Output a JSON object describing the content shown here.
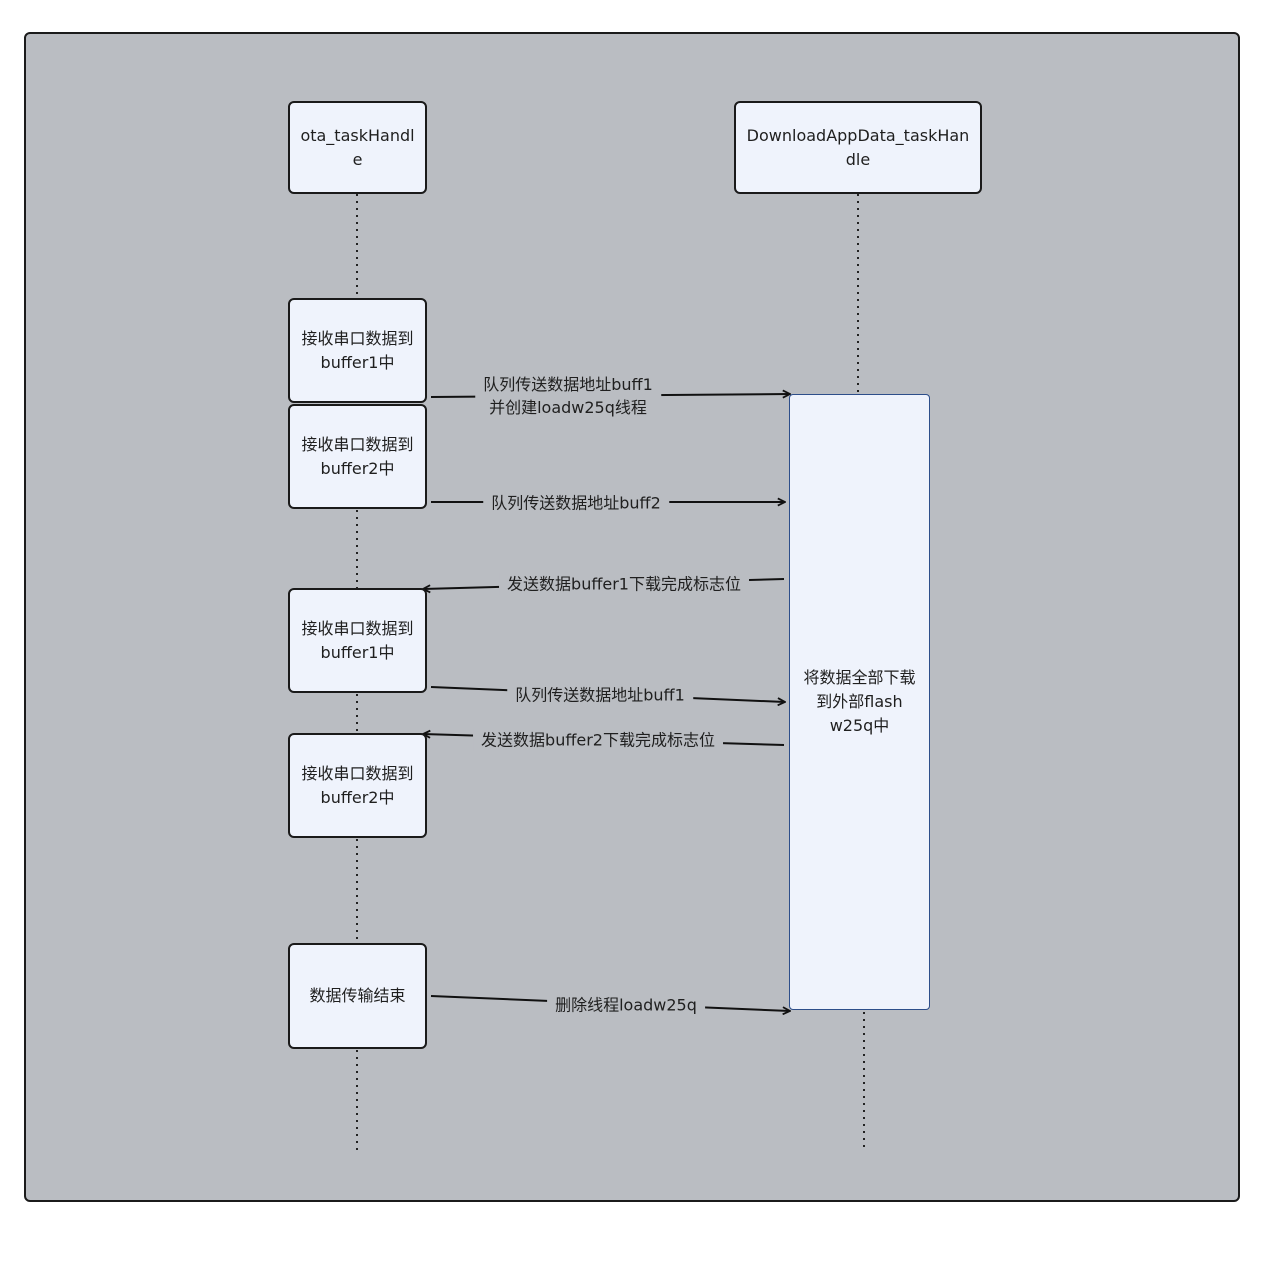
{
  "lifelines": [
    {
      "id": "ota",
      "label": "ota_taskHandle"
    },
    {
      "id": "download",
      "label": "DownloadAppData_taskHandle"
    }
  ],
  "ota_boxes": [
    {
      "line1": "接收串口数据到",
      "line2": "buffer1中"
    },
    {
      "line1": "接收串口数据到",
      "line2": "buffer2中"
    },
    {
      "line1": "接收串口数据到",
      "line2": "buffer1中"
    },
    {
      "line1": "接收串口数据到",
      "line2": "buffer2中"
    },
    {
      "line1": "数据传输结束",
      "line2": ""
    }
  ],
  "activation": {
    "line1": "将数据全部下载",
    "line2": "到外部flash",
    "line3": "w25q中"
  },
  "messages": [
    {
      "line1": "队列传送数据地址buff1",
      "line2": "并创建loadw25q线程",
      "direction": "right"
    },
    {
      "line1": "队列传送数据地址buff2",
      "line2": "",
      "direction": "right"
    },
    {
      "line1": "发送数据buffer1下载完成标志位",
      "line2": "",
      "direction": "left"
    },
    {
      "line1": "队列传送数据地址buff1",
      "line2": "",
      "direction": "right"
    },
    {
      "line1": "发送数据buffer2下载完成标志位",
      "line2": "",
      "direction": "left"
    },
    {
      "line1": "删除线程loadw25q",
      "line2": "",
      "direction": "right"
    }
  ],
  "colors": {
    "background": "#babdc2",
    "box_fill": "#eff3fc",
    "stroke": "#1a1a1a",
    "activation_border": "#2d4e8a"
  }
}
